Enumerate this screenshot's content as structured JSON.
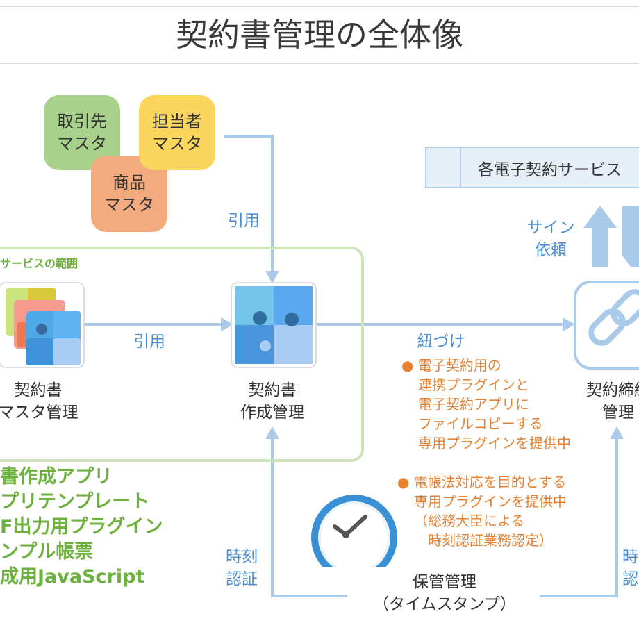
{
  "title": "契約書管理の全体像",
  "masters": {
    "torihikisaki": "取引先\nマスタ",
    "tantousha": "担当者\nマスタ",
    "shouhin": "商品\nマスタ"
  },
  "labels": {
    "inyou_top": "引用",
    "inyou_mid": "引用",
    "himoduke": "紐づけ",
    "sign_request": "サイン\n依頼",
    "jikoku_left": "時刻\n認証",
    "jikoku_right": "時\n認"
  },
  "services_box": "各電子契約サービス",
  "scope_label": "サービスの範囲",
  "nodes": {
    "master_mgmt": "契約書\nマスタ管理",
    "creation_mgmt": "契約書\n作成管理",
    "conclusion_mgmt": "契約締結\n管理",
    "storage_mgmt": "保管管理\n（タイムスタンプ）"
  },
  "features": [
    "書作成アプリ",
    "プリテンプレート",
    "F出力用プラグイン",
    "ンプル帳票",
    "成用JavaScript"
  ],
  "notes": {
    "note1": [
      "電子契約用の",
      "連携プラグインと",
      "電子契約アプリに",
      "ファイルコピーする",
      "専用プラグインを提供中"
    ],
    "note2": [
      "電帳法対応を目的とする",
      "専用プラグインを提供中",
      "（総務大臣による",
      "時刻認証業務認定）"
    ]
  },
  "colors": {
    "arrow": "#a9cbe9",
    "green": "#6bb13b",
    "orange": "#e8812e",
    "tile_green": "#a8d28c",
    "tile_yellow": "#fbd65e",
    "tile_orange": "#f2aa7e"
  }
}
